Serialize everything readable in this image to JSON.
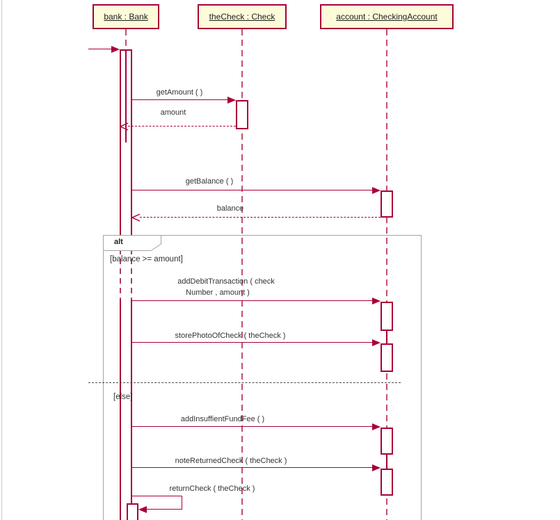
{
  "diagram": {
    "kind": "UML sequence diagram",
    "colors": {
      "accent": "#a80036",
      "lifeline_dash": "#c24f6f",
      "header_fill": "#fcfcda",
      "frame_border": "#a3a3a3",
      "separator": "#4a4a4a",
      "text": "#333333",
      "background": "#ffffff"
    },
    "lifelines": [
      {
        "label": "bank : Bank"
      },
      {
        "label": "theCheck : Check"
      },
      {
        "label": "account : CheckingAccount"
      }
    ],
    "fragment": {
      "operator": "alt",
      "guard1": "[balance >= amount]",
      "guard2": "[else]"
    },
    "messages": {
      "getAmount": "getAmount ( )",
      "amountReturn": "amount",
      "getBalance": "getBalance ( )",
      "balanceReturn": "balance",
      "addDebitLine1": "addDebitTransaction ( check",
      "addDebitLine2": "Number , amount )",
      "storePhoto": "storePhotoOfCheck ( theCheck )",
      "addInsufficientFee": "addInsuffientFundFee ( )",
      "noteReturned": "noteReturnedCheck ( theCheck )",
      "returnCheck": "returnCheck ( theCheck )"
    }
  }
}
